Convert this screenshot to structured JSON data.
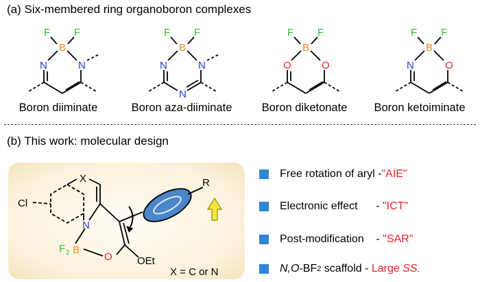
{
  "section_a": {
    "heading": "(a) Six-membered ring organoboron complexes",
    "complexes": [
      {
        "caption": "Boron diiminate",
        "atoms": {
          "f1": "F",
          "f2": "F",
          "b": "B",
          "left": "N",
          "right": "N"
        }
      },
      {
        "caption": "Boron aza-diiminate",
        "atoms": {
          "f1": "F",
          "f2": "F",
          "b": "B",
          "left": "N",
          "right": "N",
          "bottom": "N"
        }
      },
      {
        "caption": "Boron diketonate",
        "atoms": {
          "f1": "F",
          "f2": "F",
          "b": "B",
          "left": "O",
          "right": "O"
        }
      },
      {
        "caption": "Boron ketoiminate",
        "atoms": {
          "f1": "F",
          "f2": "F",
          "b": "B",
          "left": "N",
          "right": "O"
        }
      }
    ]
  },
  "section_b": {
    "heading": "(b) This work: molecular design",
    "molecule": {
      "cl": "Cl",
      "x": "X",
      "n": "N",
      "b": "B",
      "f2": "F",
      "f2_sub": "2",
      "o": "O",
      "oet": "OEt",
      "r": "R",
      "legend": "X = C or N"
    },
    "features": [
      {
        "text": "Free rotation of aryl - ",
        "tag": "\"AIE\""
      },
      {
        "text": "Electronic effect      - ",
        "tag": "\"ICT\""
      },
      {
        "text": "Post-modification    - ",
        "tag": "\"SAR\""
      },
      {
        "prefix_italic": "N,O",
        "prefix": "-BF",
        "sub": "2",
        "text": " scaffold - ",
        "tag": "Large ",
        "tag_italic": "SS."
      }
    ]
  },
  "colors": {
    "fluorine": "#2fc02f",
    "boron": "#f08a1c",
    "nitrogen": "#1f3fd6",
    "oxygen": "#e8202a",
    "highlight_red": "#e8202a",
    "bullet_blue": "#2e86d9",
    "aryl_blue": "#4a86c8",
    "arrow_yellow": "#f5e642"
  }
}
